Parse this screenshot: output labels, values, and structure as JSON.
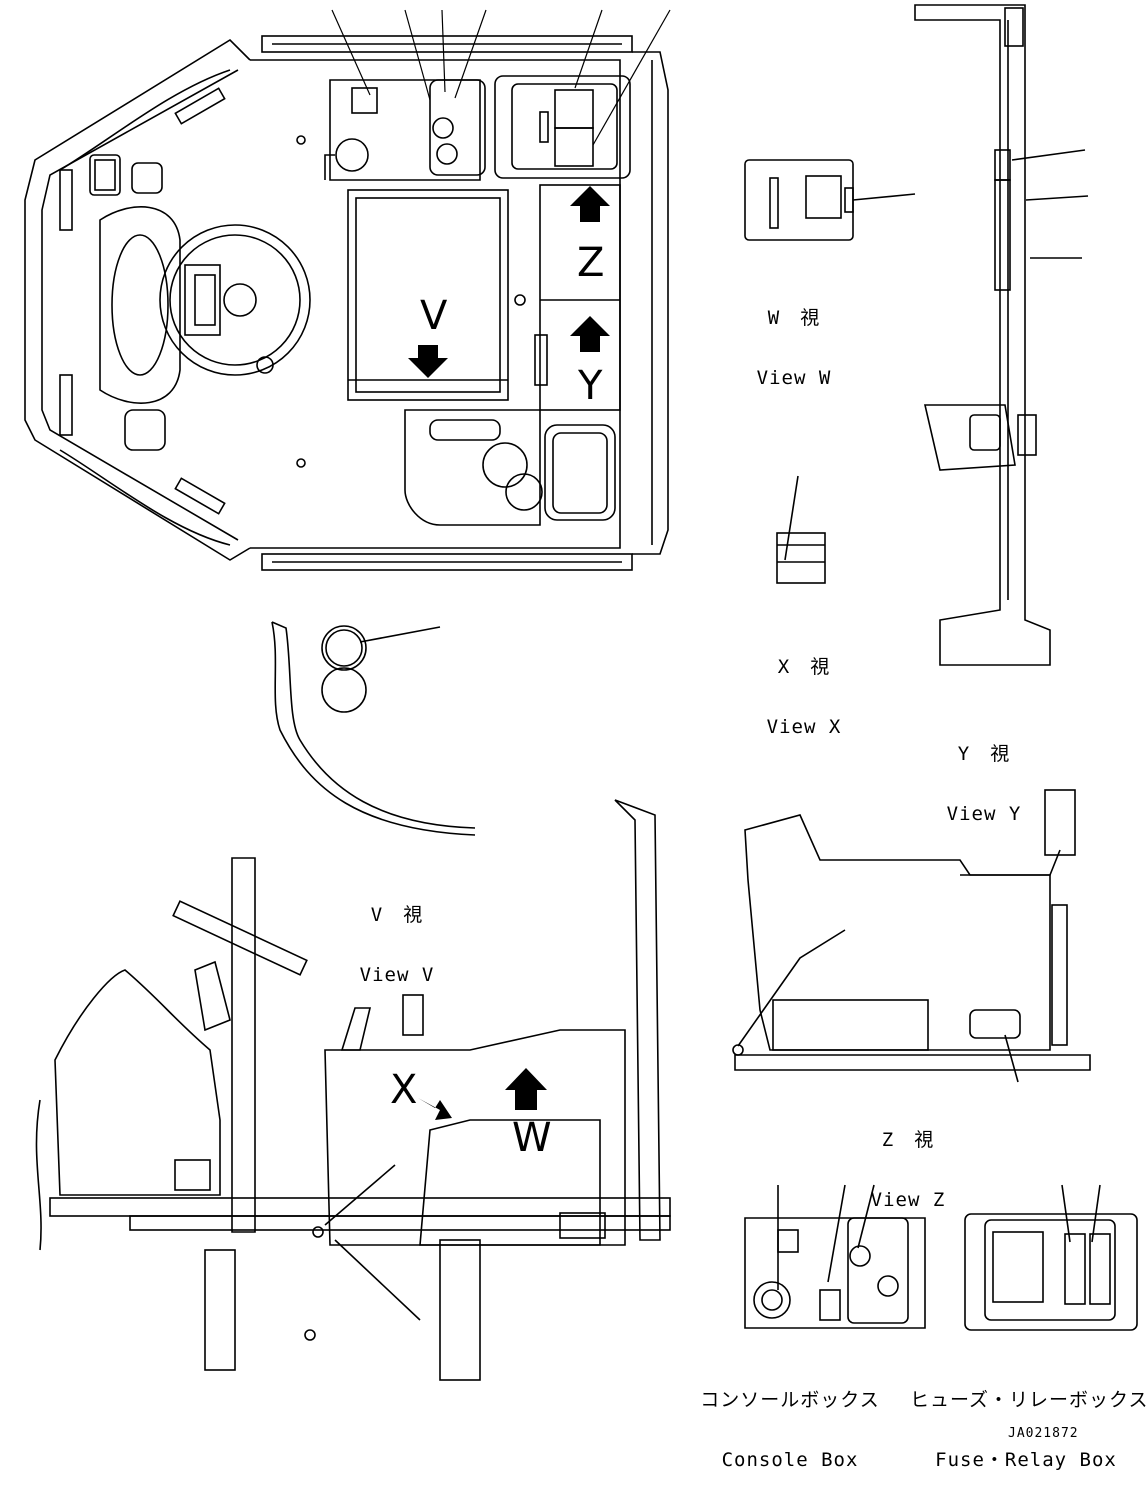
{
  "views": {
    "w": {
      "jp": "W　視",
      "en": "View W"
    },
    "x": {
      "jp": "X　視",
      "en": "View X"
    },
    "y": {
      "jp": "Y　視",
      "en": "View Y"
    },
    "v": {
      "jp": "V　視",
      "en": "View V"
    },
    "z": {
      "jp": "Z　視",
      "en": "View Z"
    }
  },
  "boxes": {
    "console": {
      "jp": "コンソールボックス",
      "en": "Console Box"
    },
    "fuse": {
      "jp": "ヒューズ・リレーボックス",
      "en": "Fuse・Relay Box"
    }
  },
  "view_markers": {
    "v": "V",
    "z": "Z",
    "y": "Y",
    "x": "X",
    "w": "W"
  },
  "drawing_code": "JA021872"
}
